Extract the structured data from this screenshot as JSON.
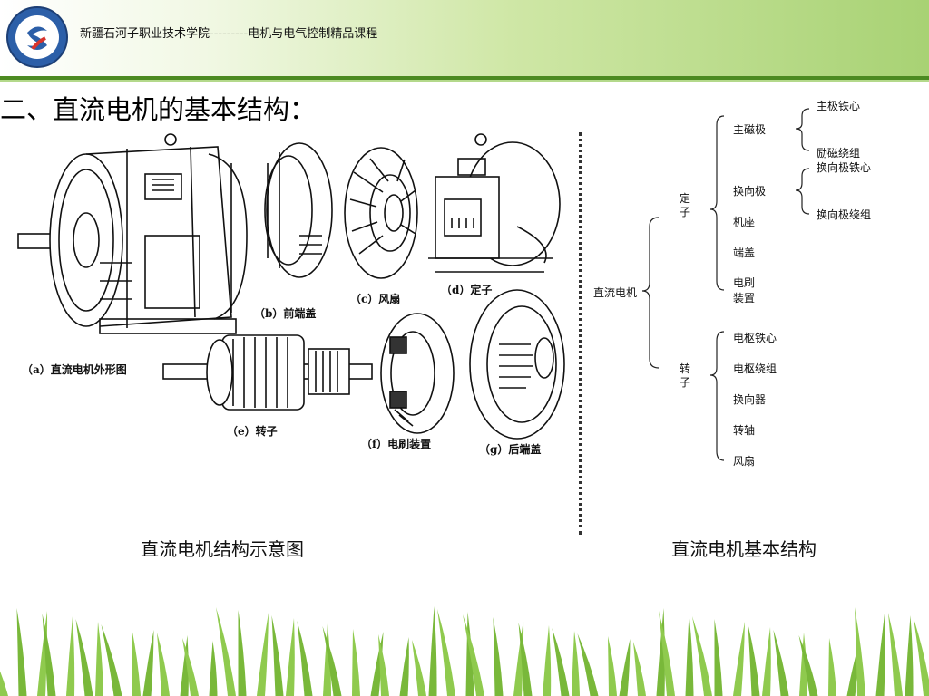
{
  "header": {
    "title": "新疆石河子职业技术学院---------电机与电气控制精品课程",
    "logo_icon": "college-emblem-icon",
    "colors": {
      "bar_start": "#ffffff",
      "bar_end": "#a8d274",
      "rule": "#4c8a21"
    }
  },
  "slide": {
    "title": "二、直流电机的基本结构："
  },
  "figure": {
    "captions": {
      "a": "（a）直流电机外形图",
      "b": "（b）前端盖",
      "c": "（c）风扇",
      "d": "（d）定子",
      "e": "（e）转子",
      "f": "（f）电刷装置",
      "g": "（g）后端盖"
    },
    "caption_left": "直流电机结构示意图",
    "caption_right": "直流电机基本结构"
  },
  "tree": {
    "root": "直流电机",
    "stator": {
      "label": "定子",
      "items": [
        "主磁极",
        "换向极",
        "机座",
        "端盖",
        "电刷装置"
      ],
      "main_pole_parts": [
        "主极铁心",
        "励磁绕组"
      ],
      "commutating_pole_parts": [
        "换向极铁心",
        "换向极绕组"
      ]
    },
    "rotor": {
      "label": "转子",
      "items": [
        "电枢铁心",
        "电枢绕组",
        "换向器",
        "转轴",
        "风扇"
      ]
    }
  },
  "decor": {
    "grass_color": "#79b83a",
    "grass_icon": "grass-border-icon"
  }
}
